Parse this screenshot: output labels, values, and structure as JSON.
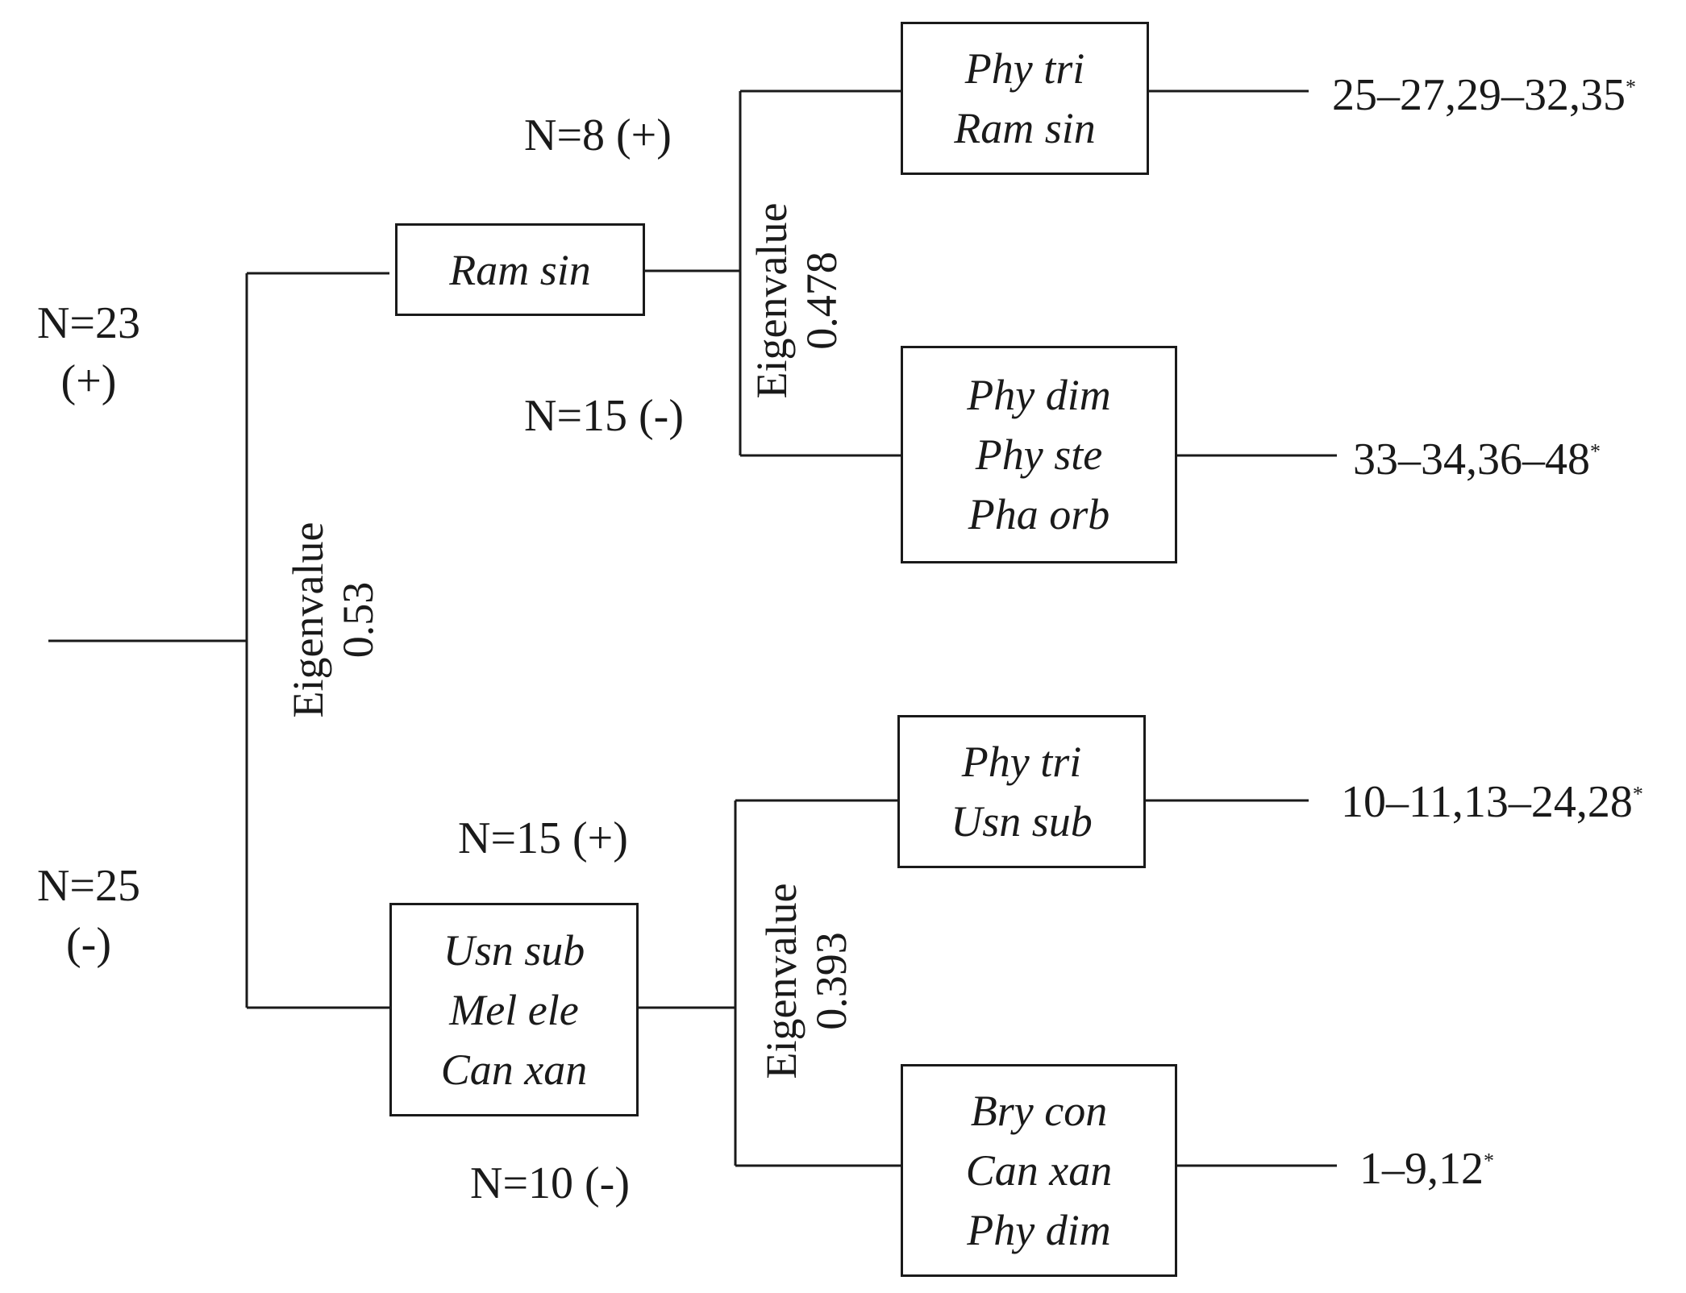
{
  "root": {
    "split_label": "Eigenvalue",
    "split_value": "0.53",
    "positive": {
      "n": "N=23",
      "sign": "(+)"
    },
    "negative": {
      "n": "N=25",
      "sign": "(-)"
    }
  },
  "upper": {
    "node": [
      "Ram sin"
    ],
    "split_label": "Eigenvalue",
    "split_value": "0.478",
    "positive": {
      "label": "N=8  (+)",
      "node": [
        "Phy tri",
        "Ram sin"
      ],
      "samples": "25–27,29–32,35",
      "mark": "*"
    },
    "negative": {
      "label": "N=15  (-)",
      "node": [
        "Phy dim",
        "Phy ste",
        "Pha orb"
      ],
      "samples": "33–34,36–48",
      "mark": "*"
    }
  },
  "lower": {
    "node": [
      "Usn sub",
      "Mel ele",
      "Can xan"
    ],
    "split_label": "Eigenvalue",
    "split_value": "0.393",
    "positive": {
      "label": "N=15  (+)",
      "node": [
        "Phy tri",
        "Usn sub"
      ],
      "samples": "10–11,13–24,28",
      "mark": "*"
    },
    "negative": {
      "label": "N=10  (-)",
      "node": [
        "Bry con",
        "Can xan",
        "Phy dim"
      ],
      "samples": "1–9,12",
      "mark": "*"
    }
  }
}
